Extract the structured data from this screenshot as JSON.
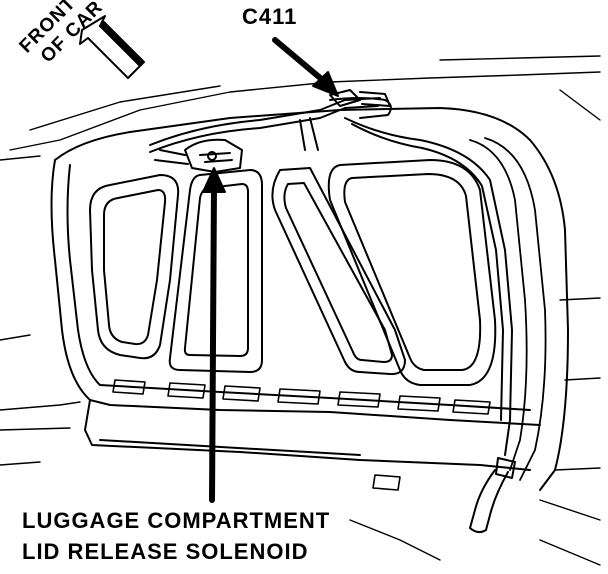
{
  "labels": {
    "connector": "C411",
    "front_line1": "FRONT",
    "front_line2": "OF CAR",
    "solenoid_line1": "LUGGAGE COMPARTMENT",
    "solenoid_line2": "LID RELEASE SOLENOID"
  },
  "colors": {
    "ink": "#000000",
    "paper": "#ffffff"
  }
}
